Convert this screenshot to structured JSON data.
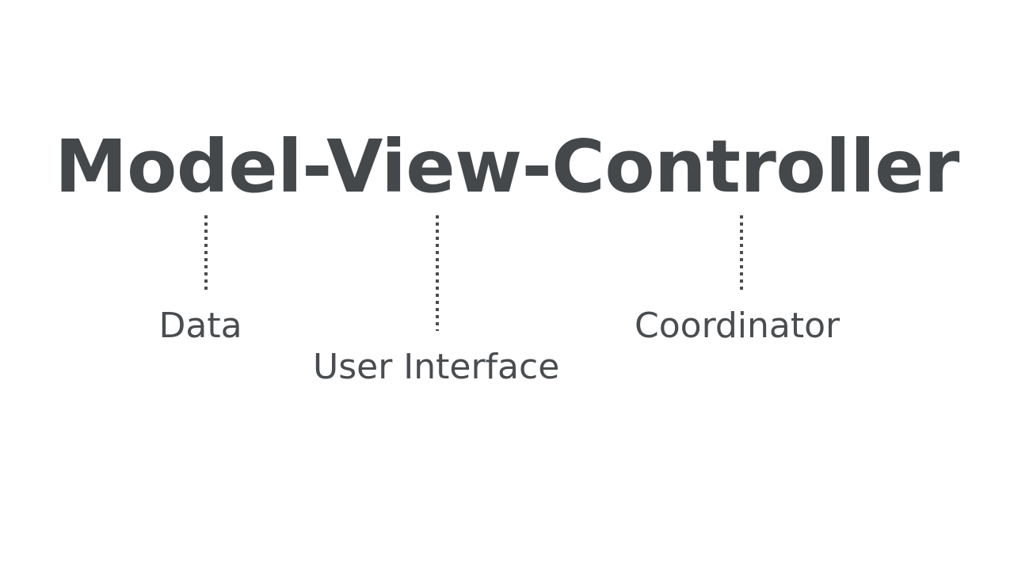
{
  "slide": {
    "background_color": "#ffffff",
    "title": "Model-View-Controller",
    "title_color": "#45484b",
    "label_color": "#4a4d50",
    "dot_color": "#4a4d50"
  },
  "diagram": {
    "type": "annotated-term-breakdown",
    "term_parts": [
      {
        "part": "Model",
        "meaning": "Data"
      },
      {
        "part": "View",
        "meaning": "User Interface"
      },
      {
        "part": "Controller",
        "meaning": "Coordinator"
      }
    ],
    "connectors": [
      {
        "name": "model-connector",
        "style": "dotted-vertical"
      },
      {
        "name": "view-connector",
        "style": "dotted-vertical"
      },
      {
        "name": "controller-connector",
        "style": "dotted-vertical"
      }
    ]
  }
}
